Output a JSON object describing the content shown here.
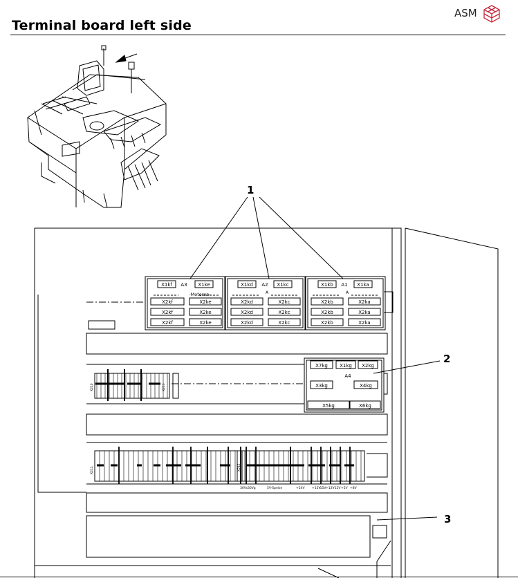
{
  "header": {
    "brand": "ASM",
    "title": "Terminal board left side"
  },
  "callouts": [
    "1",
    "2",
    "3"
  ],
  "module_a3": {
    "name": "A3",
    "mid_label": "-Motoren-",
    "top_left": "X1kf",
    "top_right": "X1ke",
    "left_col": [
      "X2kf",
      "X2kf",
      "X2kf"
    ],
    "right_col": [
      "X2ke",
      "X2ke",
      "X2ke"
    ]
  },
  "module_a2": {
    "name": "A2",
    "sub": "A",
    "top_left": "X1kd",
    "top_right": "X1kc",
    "left_col": [
      "X2kd",
      "X2kd",
      "X2kd"
    ],
    "right_col": [
      "X2kc",
      "X2kc",
      "X2kc"
    ]
  },
  "module_a1": {
    "name": "A1",
    "sub": "A",
    "top_left": "X1kb",
    "top_right": "X1ka",
    "left_col": [
      "X2kb",
      "X2kb",
      "X2kb"
    ],
    "right_col": [
      "X2ka",
      "X2ka",
      "X2ka"
    ]
  },
  "module_a4": {
    "name": "A4",
    "top": [
      "X7kg",
      "X1kg",
      "X2kg"
    ],
    "left": "X3kg",
    "right": "X4kg",
    "bottom_left": "X5kg",
    "bottom_right": "X6kg"
  },
  "rail_labels": {
    "x210": "X210",
    "x213": "X213",
    "x211": "X211",
    "x212": "X212",
    "v1": "30Vs",
    "v2": "30Vg",
    "v3": "5V-Speise",
    "v4": "+24V",
    "v5": "+15V",
    "v6": "-15V",
    "v7": "+12V",
    "v8": "-12V",
    "v9": "+5V",
    "v10": "+8V"
  },
  "colors": {
    "line": "#000000",
    "brand_red": "#c8283c"
  }
}
